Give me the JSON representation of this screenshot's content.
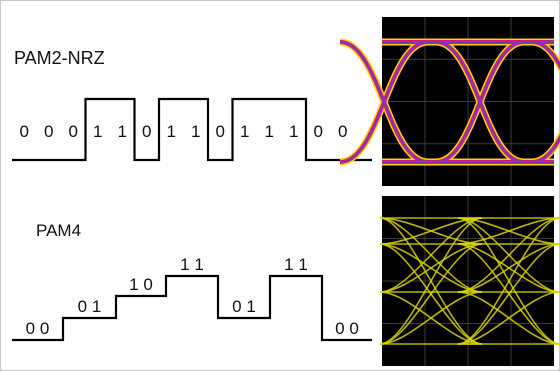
{
  "diagram": {
    "nrz": {
      "title": "PAM2-NRZ",
      "bits": [
        "0",
        "0",
        "0",
        "1",
        "1",
        "0",
        "1",
        "1",
        "0",
        "1",
        "1",
        "1",
        "0",
        "0"
      ]
    },
    "pam4": {
      "title": "PAM4",
      "symbols": [
        "0 0",
        "0 1",
        "1 0",
        "1 1",
        "0 1",
        "1 1",
        "0 0"
      ],
      "levels": [
        0,
        1,
        2,
        3,
        1,
        3,
        0
      ]
    },
    "colors": {
      "waveform": "#000000",
      "eye_background": "#000000",
      "nrz_eye_outer": "#ffd400",
      "nrz_eye_trace": "#d4197a",
      "nrz_eye_core": "#6a3fd0",
      "pam4_eye_trace": "#d8d400",
      "scope_grid": "#3a3a3a"
    }
  }
}
